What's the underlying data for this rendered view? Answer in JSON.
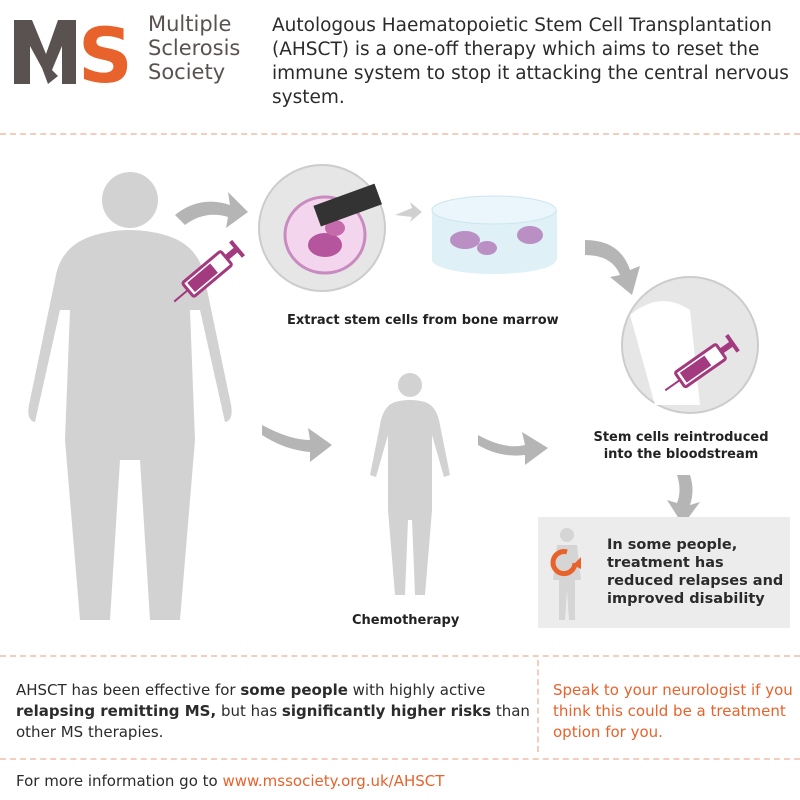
{
  "logo": {
    "mark": "MS",
    "lines": [
      "Multiple",
      "Sclerosis",
      "Society"
    ]
  },
  "headline": "Autologous Haematopoietic Stem Cell Transplantation (AHSCT) is a one-off therapy which aims to reset the immune system to stop it attacking the central nervous system.",
  "steps": {
    "extract": "Extract stem cells from bone marrow",
    "chemo": "Chemotherapy",
    "reintroduce_1": "Stem cells reintroduced",
    "reintroduce_2": "into the bloodstream",
    "outcome": [
      "In some people,",
      "treatment has",
      "reduced relapses and",
      "improved disability"
    ]
  },
  "summary": {
    "p1": "AHSCT has been effective for ",
    "b1": "some people",
    "p2": " with highly active ",
    "b2": "relapsing remitting MS,",
    "p3": " but has ",
    "b3": "significantly higher risks",
    "p4": " than other MS therapies."
  },
  "advice": "Speak to your neurologist if you think this could be a treatment option for you.",
  "footer": {
    "prefix": "For more information go to ",
    "link": "www.mssociety.org.uk/AHSCT"
  },
  "colors": {
    "brand_orange": "#e8622c",
    "logo_grey": "#5a5250",
    "figure_grey": "#d2d2d2",
    "syringe_purple": "#a3397f",
    "arrow_grey": "#b5b5b5"
  }
}
